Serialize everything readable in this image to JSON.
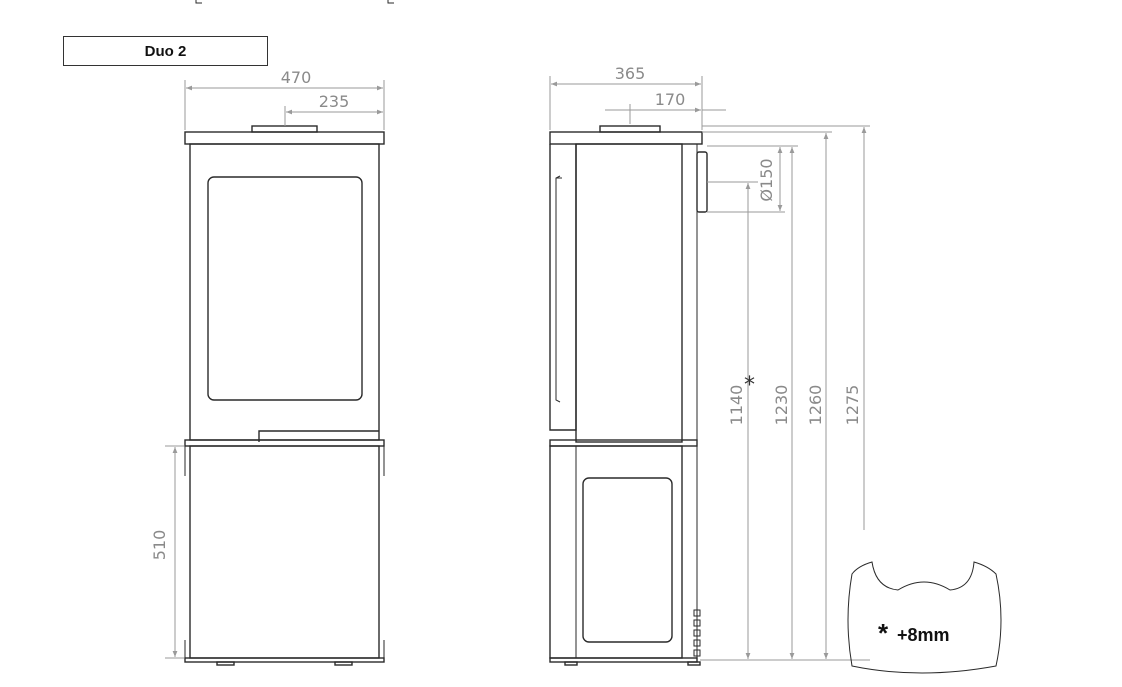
{
  "model": {
    "name": "Duo 2"
  },
  "front_view": {
    "width": "470",
    "half_width": "235",
    "lower_height": "510"
  },
  "side_view": {
    "depth": "365",
    "flue_offset": "170",
    "flue_diameter": "Ø150",
    "height_flue_center": "1140",
    "height_flue_marker": "*",
    "height_flue_top": "1230",
    "height_body": "1260",
    "height_total": "1275"
  },
  "note": {
    "star": "*",
    "text": "+8mm"
  }
}
